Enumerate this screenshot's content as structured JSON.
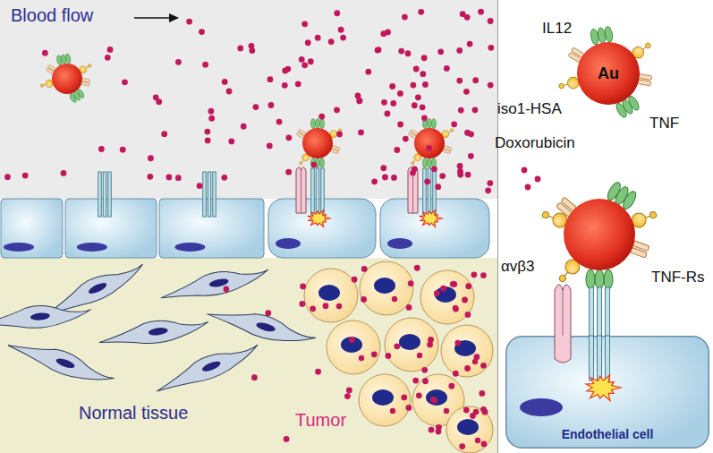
{
  "diagram": {
    "nodes": [
      {
        "text": [
          "Au"
        ]
      },
      {
        "text": [
          "Endothelial cell"
        ]
      }
    ],
    "labels": [
      "Blood flow",
      "IL12",
      "iso1-HSA",
      "TNF",
      "Doxorubicin",
      "αvβ3",
      "TNF-Rs",
      "Normal tissue",
      "Tumor"
    ]
  }
}
